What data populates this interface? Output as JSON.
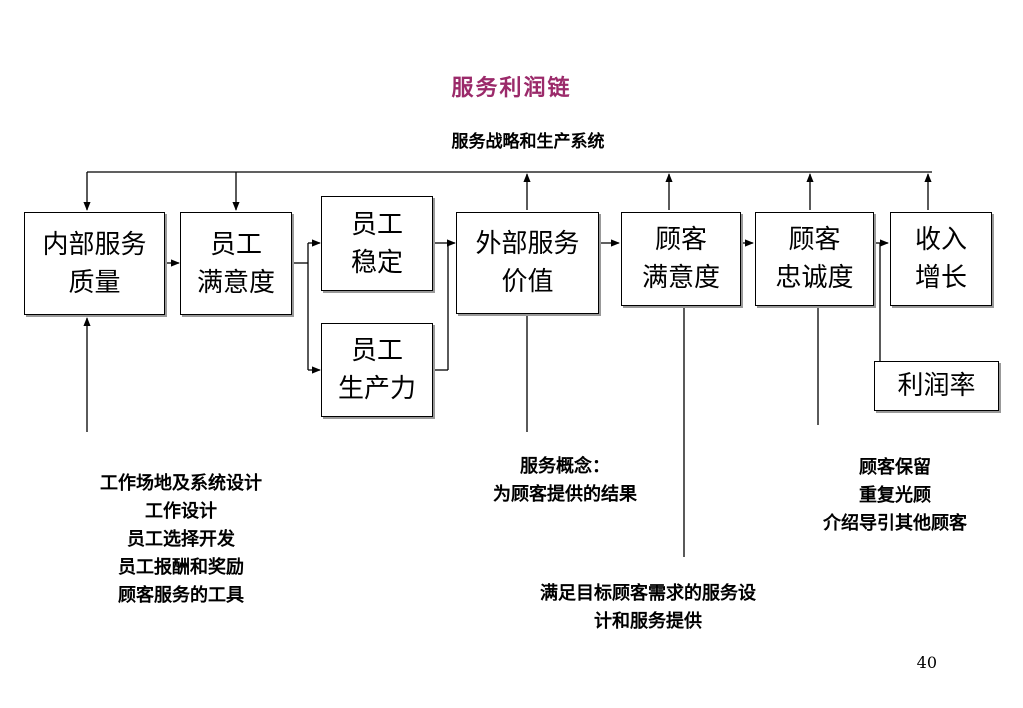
{
  "title": "服务利润链",
  "subtitle": "服务战略和生产系统",
  "boxes": {
    "internal_quality": [
      "内部服务",
      "质量"
    ],
    "employee_satisfaction": [
      "员工",
      "满意度"
    ],
    "employee_retention": [
      "员工",
      "稳定"
    ],
    "employee_productivity": [
      "员工",
      "生产力"
    ],
    "external_value": [
      "外部服务",
      "价值"
    ],
    "customer_satisfaction": [
      "顾客",
      "满意度"
    ],
    "customer_loyalty": [
      "顾客",
      "忠诚度"
    ],
    "revenue_growth": [
      "收入",
      "增长"
    ],
    "profitability": [
      "利润率"
    ]
  },
  "notes": {
    "workplace": [
      "工作场地及系统设计",
      "工作设计",
      "员工选择开发",
      "员工报酬和奖励",
      "顾客服务的工具"
    ],
    "service_concept": [
      "服务概念：",
      "为顾客提供的结果"
    ],
    "operating": [
      "满足目标顾客需求的服务设",
      "计和服务提供"
    ],
    "retention": [
      "顾客保留",
      "重复光顾",
      "介绍导引其他顾客"
    ]
  },
  "page_number": "40"
}
